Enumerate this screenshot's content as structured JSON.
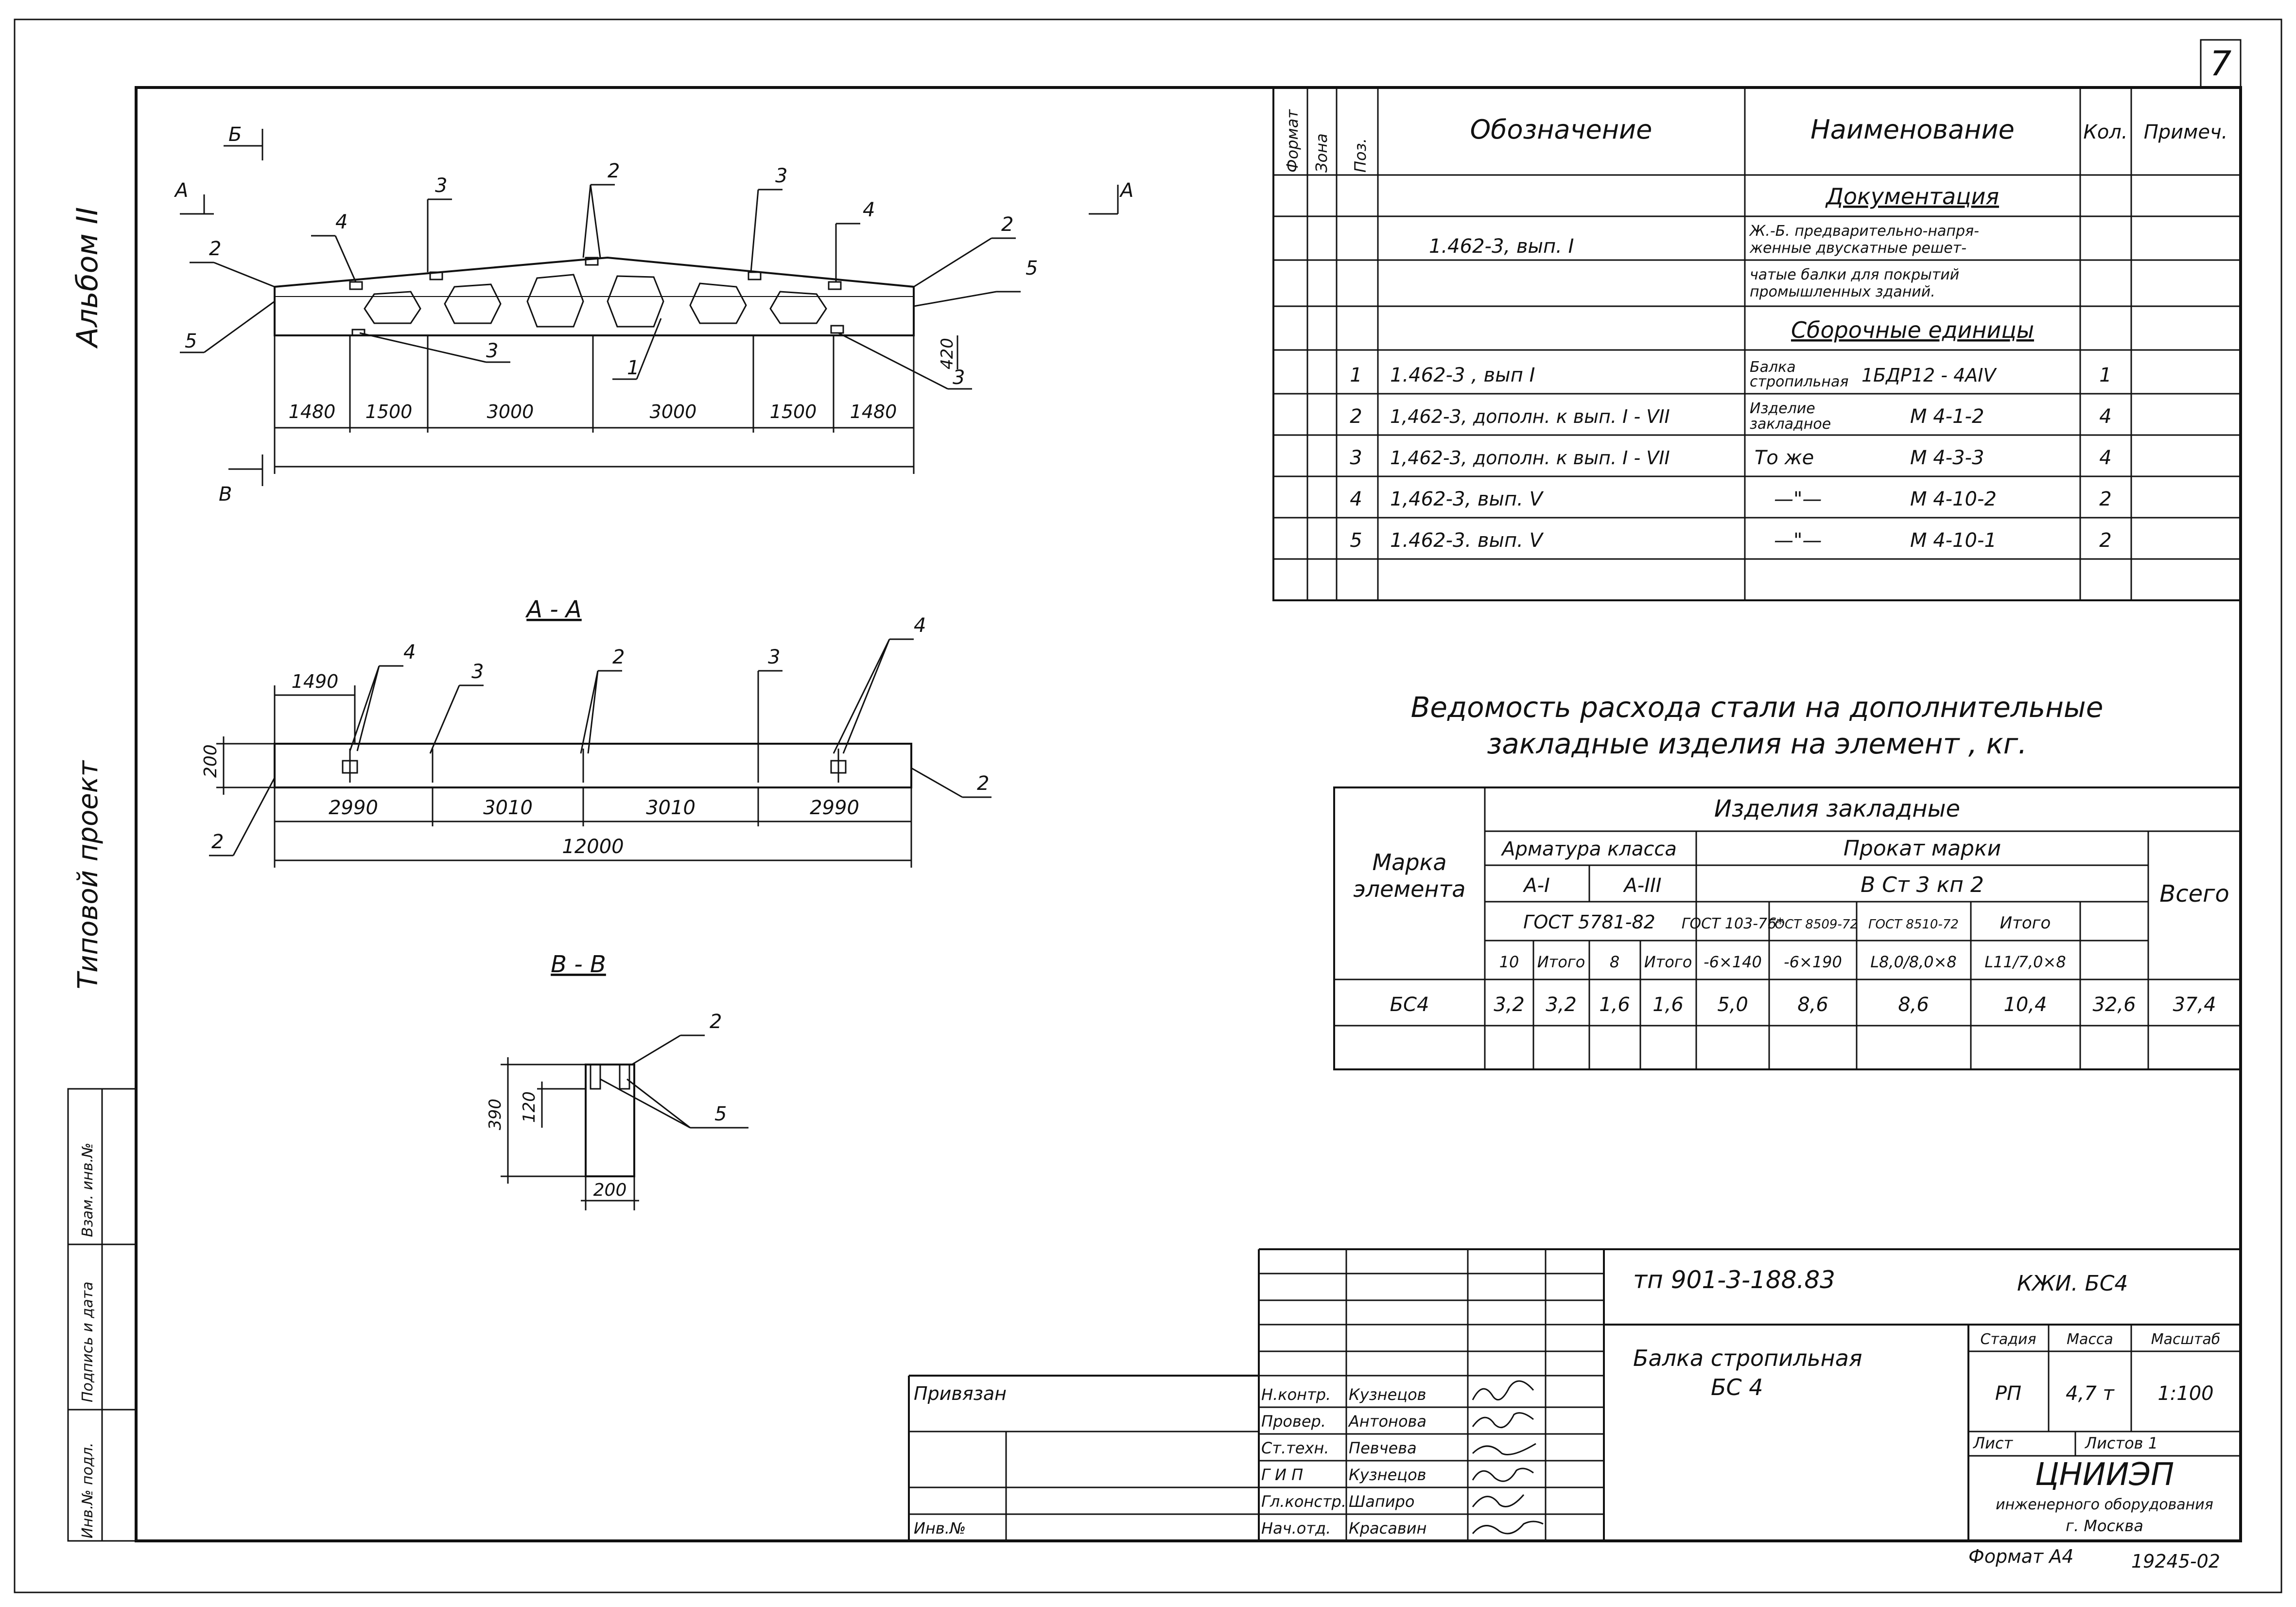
{
  "page_number": "7",
  "side_labels": {
    "album": "Альбом II",
    "project": "Типовой проект"
  },
  "left_stamp": [
    "Инв.№ подл.",
    "Подпись и дата",
    "Взам. инв.№"
  ],
  "main_view": {
    "section_marks": [
      "Б",
      "А",
      "А",
      "В"
    ],
    "positions_top": [
      "2",
      "4",
      "3",
      "2",
      "3",
      "4",
      "2",
      "5"
    ],
    "positions_bottom": [
      "5",
      "3",
      "1",
      "3"
    ],
    "height_dim": "420",
    "dims": [
      "1480",
      "1500",
      "3000",
      "3000",
      "1500",
      "1480"
    ]
  },
  "section_aa": {
    "title": "А - А",
    "top_dim": "1490",
    "height_dim": "200",
    "dims": [
      "2990",
      "3010",
      "3010",
      "2990"
    ],
    "total": "12000",
    "positions": [
      "4",
      "3",
      "2",
      "3",
      "4",
      "2",
      "2"
    ]
  },
  "section_bb": {
    "title": "В - В",
    "dims": [
      "390",
      "120",
      "200"
    ],
    "positions": [
      "2",
      "5"
    ]
  },
  "spec": {
    "headers": [
      "Формат",
      "Зона",
      "Поз.",
      "Обозначение",
      "Наименование",
      "Кол.",
      "Примеч."
    ],
    "rows": [
      {
        "pos": "",
        "desig": "",
        "name": "Документация",
        "qty": ""
      },
      {
        "pos": "",
        "desig": "1.462-3,  вып. I",
        "name": "Ж.-Б. предварительно-напря-",
        "qty": ""
      },
      {
        "pos": "",
        "desig": "",
        "name": "женные двускатные решет-",
        "qty": ""
      },
      {
        "pos": "",
        "desig": "",
        "name": "чатые балки для покрытий",
        "qty": ""
      },
      {
        "pos": "",
        "desig": "",
        "name": "промышленных зданий.",
        "qty": ""
      },
      {
        "pos": "",
        "desig": "",
        "name": "Сборочные  единицы",
        "qty": ""
      },
      {
        "pos": "1",
        "desig": "1.462-3 ,  вып I",
        "name": "Балка",
        "name2": "стропильная",
        "mark": "1БДР12 - 4АIV",
        "qty": "1"
      },
      {
        "pos": "2",
        "desig": "1,462-3, дополн. к вып. I - VII",
        "name": "Изделие",
        "name2": "закладное",
        "mark": "М 4-1-2",
        "qty": "4"
      },
      {
        "pos": "3",
        "desig": "1,462-3, дополн. к вып. I - VII",
        "name": "То же",
        "mark": "М 4-3-3",
        "qty": "4"
      },
      {
        "pos": "4",
        "desig": "1,462-3,  вып. V",
        "name": "—\"—",
        "mark": "М 4-10-2",
        "qty": "2"
      },
      {
        "pos": "5",
        "desig": "1.462-3.  вып. V",
        "name": "—\"—",
        "mark": "М 4-10-1",
        "qty": "2"
      }
    ]
  },
  "steel": {
    "title1": "Ведомость расхода стали на дополнительные",
    "title2": "закладные   изделия  на элемент , кг.",
    "h_mark": "Марка",
    "h_mark2": "элемента",
    "h_items": "Изделия  закладные",
    "h_arm": "Арматура  класса",
    "h_a1": "А-I",
    "h_a3": "А-III",
    "h_gost1": "ГОСТ  5781-82",
    "h_prokat": "Прокат  марки",
    "h_vst": "В Ст 3  кп 2",
    "h_g103": "ГОСТ 103-76*",
    "h_g8509": "ГОСТ 8509-72",
    "h_g8510": "ГОСТ 8510-72",
    "h_total_sub": "Итого",
    "h_all": "Всего",
    "sub": [
      "10",
      "Итого",
      "8",
      "Итого",
      "-6×140",
      "-6×190",
      "L8,0/8,0×8",
      "L11/7,0×8"
    ],
    "row": [
      "БС4",
      "3,2",
      "3,2",
      "1,6",
      "1,6",
      "5,0",
      "8,6",
      "8,6",
      "10,4",
      "32,6",
      "37,4"
    ]
  },
  "title_block": {
    "code": "тп  901-3-188.83",
    "sheet_code": "КЖИ. БС4",
    "name1": "Балка  стропильная",
    "name2": "БС 4",
    "stage_h": "Стадия",
    "mass_h": "Масса",
    "scale_h": "Масштаб",
    "stage": "РП",
    "mass": "4,7 т",
    "scale": "1:100",
    "list": "Лист",
    "lists": "Листов  1",
    "org1": "ЦНИИЭП",
    "org2": "инженерного оборудования",
    "org3": "г. Москва",
    "privyazan": "Привязан",
    "inv": "Инв.№",
    "signers": [
      {
        "role": "Н.контр.",
        "name": "Кузнецов"
      },
      {
        "role": "Провер.",
        "name": "Антонова"
      },
      {
        "role": "Ст.техн.",
        "name": "Певчева"
      },
      {
        "role": "Г И П",
        "name": "Кузнецов"
      },
      {
        "role": "Гл.констр.",
        "name": "Шапиро"
      },
      {
        "role": "Нач.отд.",
        "name": "Красавин"
      }
    ]
  },
  "footer": {
    "format": "Формат  А4",
    "number": "19245-02"
  }
}
